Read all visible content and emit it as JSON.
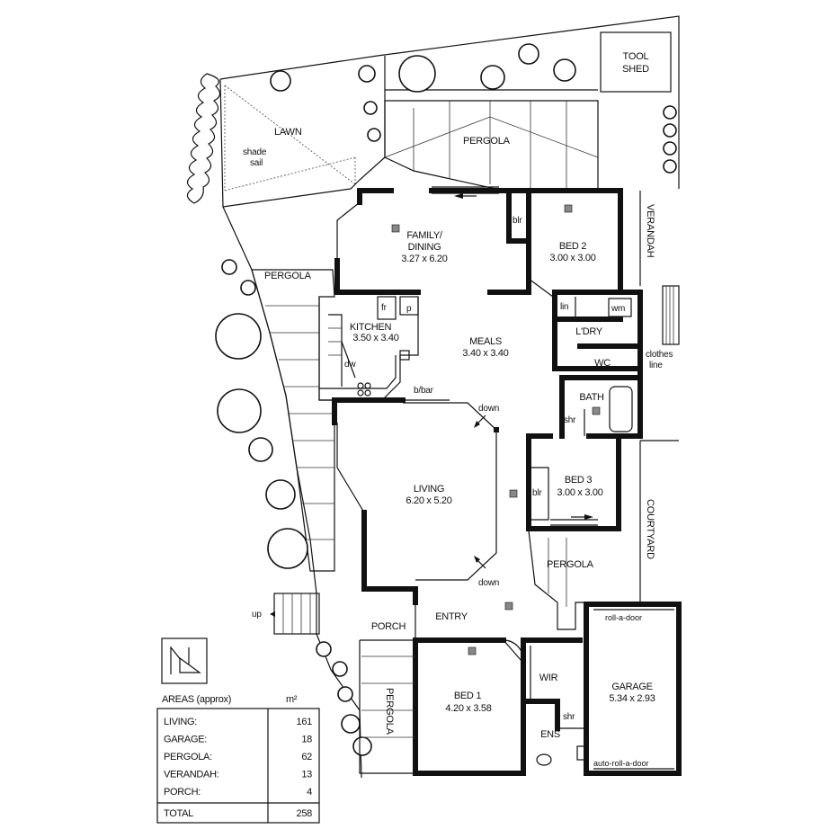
{
  "site": {
    "tool_shed": [
      "TOOL",
      "SHED"
    ],
    "lawn": "LAWN",
    "shade_sail": [
      "shade",
      "sail"
    ],
    "pergola_top": "PERGOLA",
    "pergola_left": "PERGOLA",
    "verandah": "VERANDAH",
    "clothes_line": [
      "clothes",
      "line"
    ],
    "courtyard": "COURTYARD",
    "up": "up",
    "pergola_right": "PERGOLA",
    "pergola_bottom": "PERGOLA"
  },
  "rooms": {
    "family_dining": {
      "name": [
        "FAMILY/",
        "DINING"
      ],
      "size": "3.27 x 6.20"
    },
    "bed2": {
      "name": "BED 2",
      "size": "3.00 x 3.00"
    },
    "kitchen": {
      "name": "KITCHEN",
      "size": "3.50 x 3.40"
    },
    "meals": {
      "name": "MEALS",
      "size": "3.40 x 3.40"
    },
    "living": {
      "name": "LIVING",
      "size": "6.20 x 5.20"
    },
    "bed3": {
      "name": "BED 3",
      "size": "3.00 x 3.00"
    },
    "bed1": {
      "name": "BED 1",
      "size": "4.20 x 3.58"
    },
    "garage": {
      "name": "GARAGE",
      "size": "5.34 x 2.93"
    },
    "ldry": "L'DRY",
    "wc": "WC",
    "bath": "BATH",
    "entry": "ENTRY",
    "porch": "PORCH",
    "wir": "WIR",
    "ens": "ENS"
  },
  "fixtures": {
    "blr": "blr",
    "blr3": "blr",
    "fr": "fr",
    "p": "p",
    "lin": "lin",
    "wm": "wm",
    "dw": "dw",
    "bbar": "b/bar",
    "shr": "shr",
    "shr_ens": "shr",
    "down1": "down",
    "down2": "down",
    "roll_a_door": "roll-a-door",
    "auto_roll_a_door": "auto-roll-a-door"
  },
  "areas_table": {
    "title": "AREAS (approx)",
    "unit": "m²",
    "rows": [
      {
        "label": "LIVING:",
        "value": "161"
      },
      {
        "label": "GARAGE:",
        "value": "18"
      },
      {
        "label": "PERGOLA:",
        "value": "62"
      },
      {
        "label": "VERANDAH:",
        "value": "13"
      },
      {
        "label": "PORCH:",
        "value": "4"
      }
    ],
    "total": {
      "label": "TOTAL",
      "value": "258"
    }
  }
}
